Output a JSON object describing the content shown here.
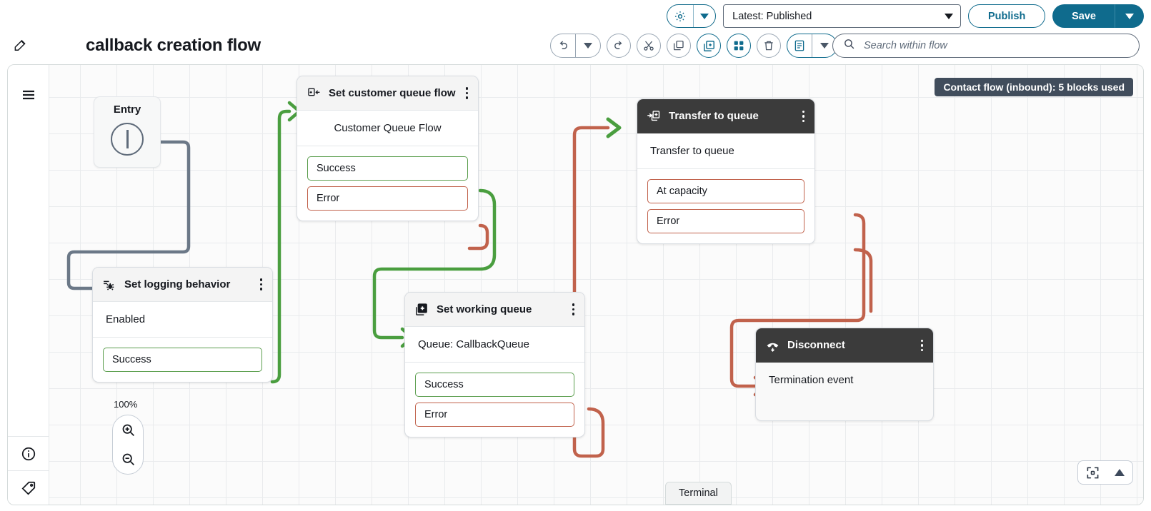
{
  "topbar": {
    "gear_icon": "gear-icon",
    "gear_caret_icon": "chevron-down-icon",
    "version_value": "Latest: Published",
    "version_caret_icon": "chevron-down-icon",
    "publish_label": "Publish",
    "save_label": "Save",
    "save_caret_icon": "chevron-down-icon"
  },
  "header": {
    "edit_icon": "pencil-icon",
    "title": "callback creation flow"
  },
  "toolbar": {
    "items": [
      {
        "name": "undo-button",
        "icon": "undo-icon",
        "active": false
      },
      {
        "name": "undo-dropdown",
        "icon": "chevron-down-icon",
        "active": false
      },
      {
        "name": "redo-button",
        "icon": "redo-icon",
        "active": false
      },
      {
        "name": "cut-button",
        "icon": "scissors-icon",
        "active": false
      },
      {
        "name": "copy-button",
        "icon": "copy-icon",
        "active": false
      },
      {
        "name": "add-block-button",
        "icon": "add-block-icon",
        "active": true
      },
      {
        "name": "arrange-blocks-button",
        "icon": "grid-squares-icon",
        "active": true
      },
      {
        "name": "delete-button",
        "icon": "trash-icon",
        "active": false
      },
      {
        "name": "notes-button",
        "icon": "notes-icon",
        "active": true
      },
      {
        "name": "notes-dropdown",
        "icon": "chevron-down-icon",
        "active": false
      }
    ]
  },
  "search": {
    "icon": "search-icon",
    "placeholder": "Search within flow",
    "value": ""
  },
  "canvas": {
    "blocks_badge": "Contact flow (inbound): 5 blocks used",
    "zoom_level": "100%",
    "zoom_in_icon": "zoom-in-icon",
    "zoom_out_icon": "zoom-out-icon",
    "fit_icon": "fit-to-screen-icon",
    "collapse_icon": "triangle-up-icon",
    "terminal_chip": "Terminal",
    "rail": [
      {
        "name": "sidebar-toggle-menu",
        "icon": "hamburger-menu-icon"
      },
      {
        "name": "sidebar-info",
        "icon": "info-circle-icon"
      },
      {
        "name": "sidebar-tags",
        "icon": "tag-icon"
      }
    ]
  },
  "entry": {
    "label": "Entry"
  },
  "nodes": [
    {
      "id": "set-customer-queue-flow",
      "title": "Set customer queue flow",
      "icon": "set-queue-flow-icon",
      "header_style": "light",
      "body": "Customer Queue Flow",
      "ports": [
        {
          "label": "Success",
          "type": "success"
        },
        {
          "label": "Error",
          "type": "error"
        }
      ]
    },
    {
      "id": "set-logging-behavior",
      "title": "Set logging behavior",
      "icon": "logging-bug-icon",
      "header_style": "light",
      "body": "Enabled",
      "ports": [
        {
          "label": "Success",
          "type": "success"
        }
      ]
    },
    {
      "id": "set-working-queue",
      "title": "Set working queue",
      "icon": "set-working-queue-icon",
      "header_style": "light",
      "body": "Queue: CallbackQueue",
      "ports": [
        {
          "label": "Success",
          "type": "success"
        },
        {
          "label": "Error",
          "type": "error"
        }
      ]
    },
    {
      "id": "transfer-to-queue",
      "title": "Transfer to queue",
      "icon": "transfer-to-queue-icon",
      "header_style": "dark",
      "body": "Transfer to queue",
      "ports": [
        {
          "label": "At capacity",
          "type": "error"
        },
        {
          "label": "Error",
          "type": "error"
        }
      ]
    },
    {
      "id": "disconnect",
      "title": "Disconnect",
      "icon": "phone-hangup-icon",
      "header_style": "dark",
      "body": "Termination event",
      "ports": []
    }
  ],
  "colors": {
    "accent_blue": "#0f6b8d",
    "success_green": "#4a9e3f",
    "error_red": "#c1624c",
    "wire_gray": "#6b7887",
    "dark_header": "#3b3b3b",
    "badge_bg": "#414d5c"
  }
}
